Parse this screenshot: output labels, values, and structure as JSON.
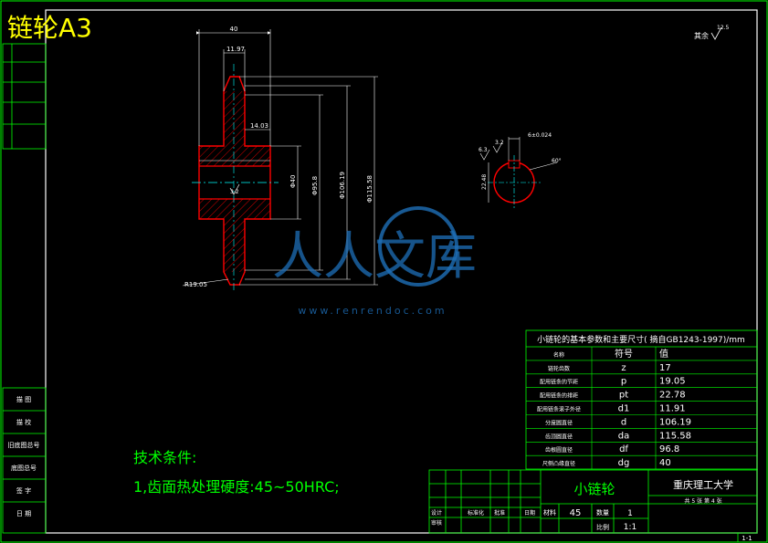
{
  "title": "链轮A3",
  "roughness_note": {
    "label": "其余",
    "value": "12.5"
  },
  "dims": {
    "width_total": "40",
    "hub_step": "11.97",
    "tooth_width": "14.03",
    "bore": "Φ40",
    "root_dia": "Φ95.8",
    "pitch_dia": "Φ106.19",
    "tip_dia": "Φ115.58",
    "roughness_bore": "3.2",
    "fillet": "R19.05",
    "keyway_depth": "22.48",
    "keyway_width": "6±0.024",
    "keyway_rough1": "6.3",
    "keyway_rough2": "3.2",
    "keyway_angle": "60°"
  },
  "watermark": {
    "brand": "人人文库",
    "url": "www.renrendoc.com"
  },
  "params_table": {
    "title": "小链轮的基本参数和主要尺寸( 摘自GB1243-1997)/mm",
    "headers": [
      "名称",
      "符号",
      "值"
    ],
    "rows": [
      [
        "链轮齿数",
        "z",
        "17"
      ],
      [
        "配用链条的节距",
        "p",
        "19.05"
      ],
      [
        "配用链条的排距",
        "pt",
        "22.78"
      ],
      [
        "配用链条滚子外径",
        "d1",
        "11.91"
      ],
      [
        "分度圆直径",
        "d",
        "106.19"
      ],
      [
        "齿顶圆直径",
        "da",
        "115.58"
      ],
      [
        "齿根圆直径",
        "df",
        "96.8"
      ],
      [
        "尺侧凸缘直径",
        "dg",
        "40"
      ]
    ]
  },
  "tech_req": {
    "title": "技术条件:",
    "line1": "1,齿面热处理硬度:45~50HRC;"
  },
  "title_block": {
    "part_name": "小链轮",
    "school": "重庆理工大学",
    "material": "45",
    "quantity": "1",
    "scale": "1:1",
    "labels": {
      "material": "材料",
      "quantity": "数量",
      "scale": "比例",
      "design": "设计",
      "check": "审核",
      "approve": "批准",
      "standardize": "标准化",
      "date": "日期",
      "sheet": "共 5 张  第 4 张"
    },
    "sheet_no": "1-1"
  },
  "side_labels": [
    "描 图",
    "描 校",
    "旧底图总号",
    "底图总号",
    "签 字",
    "日 期"
  ],
  "colors": {
    "line": "#FFFFFF",
    "frame": "#00FF00",
    "outline": "#FF0000",
    "center": "#00FFFF",
    "title": "#FFFF00",
    "watermark": "#1E6FB8"
  }
}
